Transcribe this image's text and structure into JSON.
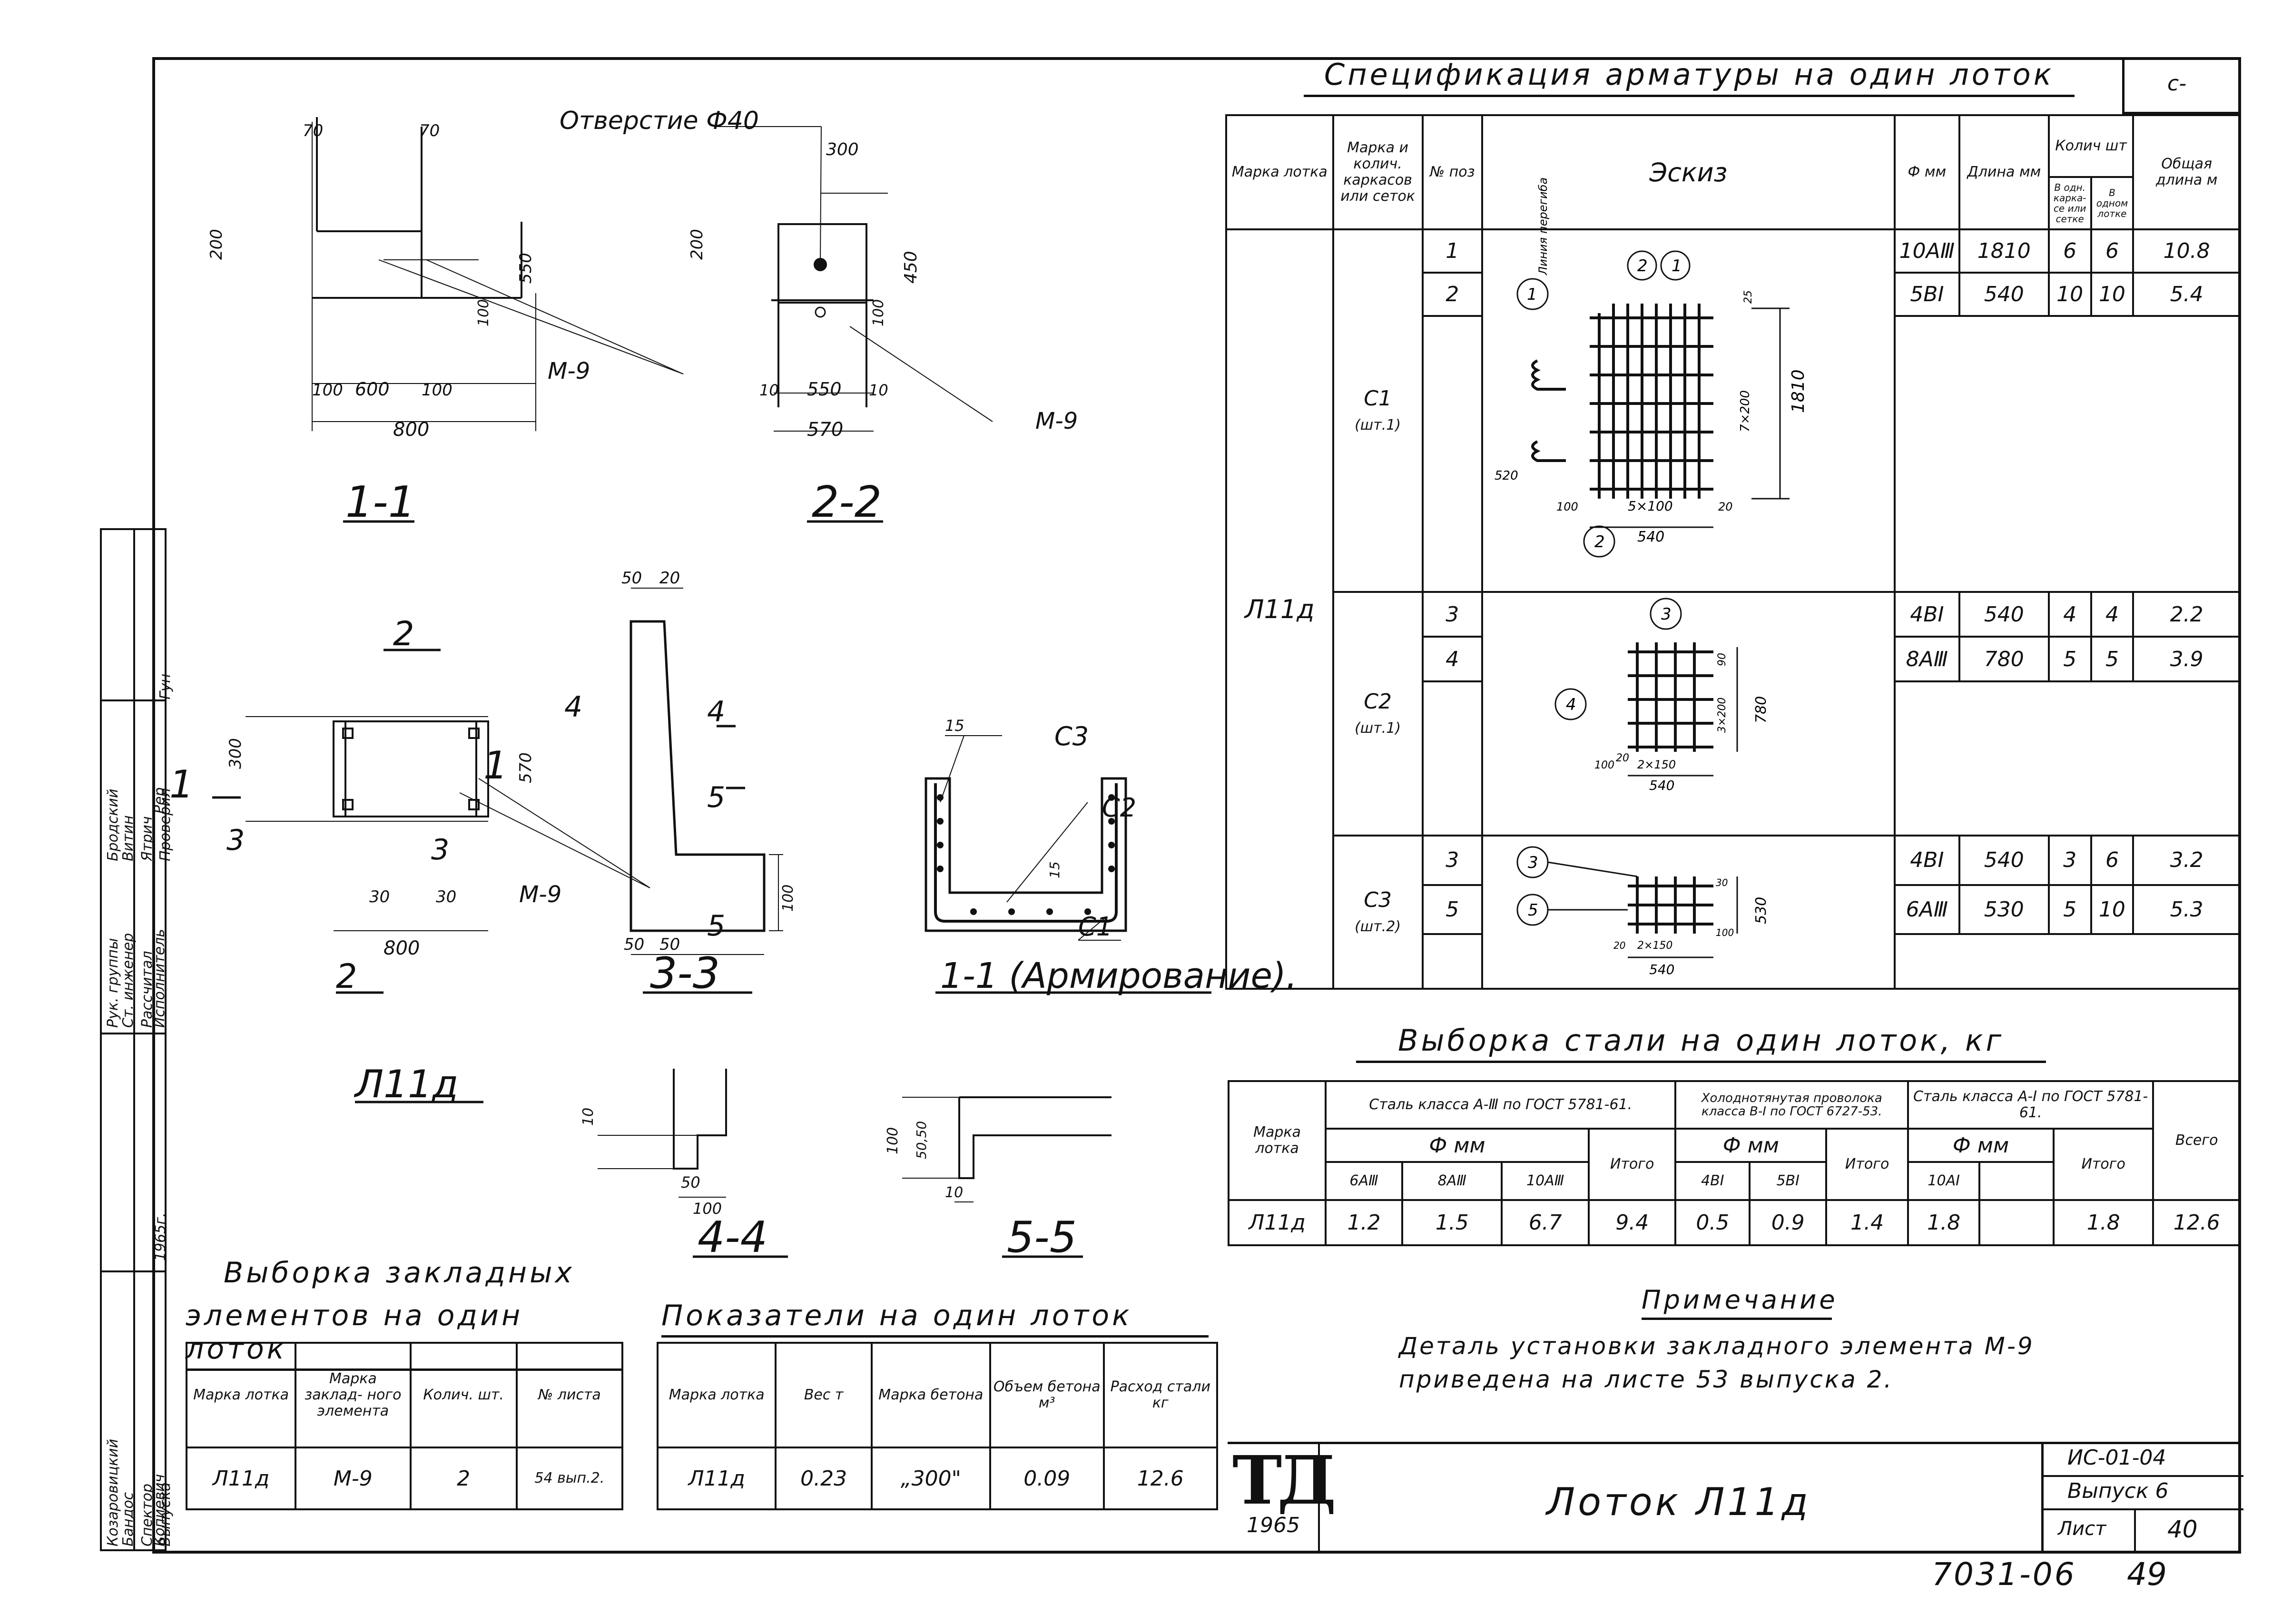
{
  "sheet_code": "ИС-01-04",
  "issue": "Выпуск 6",
  "sheet_label": "Лист",
  "sheet_no": "40",
  "corner_mark": "с-",
  "footer_code": "7031-06",
  "footer_page": "49",
  "stamp_logo": "ТД",
  "stamp_year": "1965",
  "drawing_title": "Лоток Л11д",
  "spec": {
    "title": "Спецификация арматуры на один лоток",
    "headers": {
      "mark": "Марка лотка",
      "frames": "Марка и колич. каркасов или сеток",
      "pos": "№ поз",
      "sketch": "Эскиз",
      "dia": "Ф мм",
      "length": "Длина мм",
      "qty": "Колич шт",
      "qty_one": "В одн. карка- се или сетке",
      "qty_tray": "В одном лотке",
      "total": "Общая длина м"
    },
    "tray_mark": "Л11д",
    "groups": [
      {
        "name": "С1",
        "count": "(шт.1)",
        "rows": [
          {
            "pos": "1",
            "dia": "10АⅢ",
            "length": "1810",
            "q1": "6",
            "q2": "6",
            "total": "10.8"
          },
          {
            "pos": "2",
            "dia": "5ВI",
            "length": "540",
            "q1": "10",
            "q2": "10",
            "total": "5.4"
          }
        ]
      },
      {
        "name": "С2",
        "count": "(шт.1)",
        "rows": [
          {
            "pos": "3",
            "dia": "4ВI",
            "length": "540",
            "q1": "4",
            "q2": "4",
            "total": "2.2"
          },
          {
            "pos": "4",
            "dia": "8АⅢ",
            "length": "780",
            "q1": "5",
            "q2": "5",
            "total": "3.9"
          }
        ]
      },
      {
        "name": "С3",
        "count": "(шт.2)",
        "rows": [
          {
            "pos": "3",
            "dia": "4ВI",
            "length": "540",
            "q1": "3",
            "q2": "6",
            "total": "3.2"
          },
          {
            "pos": "5",
            "dia": "6АⅢ",
            "length": "530",
            "q1": "5",
            "q2": "10",
            "total": "5.3"
          }
        ]
      }
    ],
    "sketch_labels": {
      "c1_line": "Линия перегиба",
      "c1_dims": [
        "5×100",
        "540",
        "1810",
        "7×200",
        "25",
        "520",
        "20",
        "100"
      ],
      "c2_dims": [
        "2×150",
        "540",
        "780",
        "3×200",
        "100",
        "90",
        "20"
      ],
      "c3_dims": [
        "2×150",
        "540",
        "530",
        "100",
        "20",
        "30"
      ]
    }
  },
  "steel": {
    "title": "Выборка стали на один лоток, кг",
    "mark_header": "Марка лотка",
    "class_a3": "Сталь класса А-Ⅲ по ГОСТ 5781-61.",
    "class_b1": "Холоднотянутая проволока класса В-I по ГОСТ 6727-53.",
    "class_a1": "Сталь класса А-I по ГОСТ 5781-61.",
    "dia_mm": "Ф мм",
    "cols_a3": [
      "6АⅢ",
      "8АⅢ",
      "10АⅢ"
    ],
    "cols_b1": [
      "4ВI",
      "5ВI"
    ],
    "cols_a1": [
      "10АI",
      ""
    ],
    "itogo": "Итого",
    "vsego": "Всего",
    "row": {
      "mark": "Л11д",
      "a3": [
        "1.2",
        "1.5",
        "6.7"
      ],
      "a3_total": "9.4",
      "b1": [
        "0.5",
        "0.9"
      ],
      "b1_total": "1.4",
      "a1": [
        "1.8",
        ""
      ],
      "a1_total": "1.8",
      "all": "12.6"
    }
  },
  "note": {
    "title": "Примечание",
    "line1": "Деталь установки закладного элемента М-9",
    "line2": "приведена на листе 53 выпуска 2."
  },
  "embedded": {
    "title1": "Выборка закладных",
    "title2": "элементов на один лоток",
    "headers": [
      "Марка лотка",
      "Марка заклад- ного элемента",
      "Колич. шт.",
      "№ листа"
    ],
    "row": [
      "Л11д",
      "М-9",
      "2",
      "54 вып.2."
    ]
  },
  "indicators": {
    "title": "Показатели на один лоток",
    "headers": [
      "Марка лотка",
      "Вес т",
      "Марка бетона",
      "Объем бетона м³",
      "Расход стали кг"
    ],
    "row": [
      "Л11д",
      "0.23",
      "„300\"",
      "0.09",
      "12.6"
    ]
  },
  "views": {
    "s11": "1-1",
    "s22": "2-2",
    "s33": "3-3",
    "s44": "4-4",
    "s55": "5-5",
    "s11arm": "1-1 (Армирование).",
    "plan": "Л11д",
    "hole": "Отверстие Ф40",
    "m9": "М-9",
    "c1": "С1",
    "c2": "С2",
    "c3": "С3",
    "cut1": "1",
    "cut2": "2",
    "cut3": "3",
    "cut4": "4",
    "cut5": "5",
    "d_70": "70",
    "d_200": "200",
    "d_550": "550",
    "d_100": "100",
    "d_600": "600",
    "d_800": "800",
    "d_300": "300",
    "d_450": "450",
    "d_10": "10",
    "d_570": "570",
    "d_50": "50",
    "d_20": "20",
    "d_15": "15",
    "d_30": "30",
    "d_5050": "50,50"
  },
  "side_stamp": {
    "roles": [
      "Рук. группы",
      "Ст. инженер",
      "Рассчитал",
      "Исполнитель",
      "Проверил"
    ],
    "names": [
      "Бродский",
      "Витин",
      "Ятрич",
      "Рер",
      "Гун"
    ],
    "roles2": [
      "Козаровицкий",
      "Бандос",
      "Спектор",
      "Копиевич"
    ],
    "year": "1965г.",
    "vol": "Выпуска"
  }
}
